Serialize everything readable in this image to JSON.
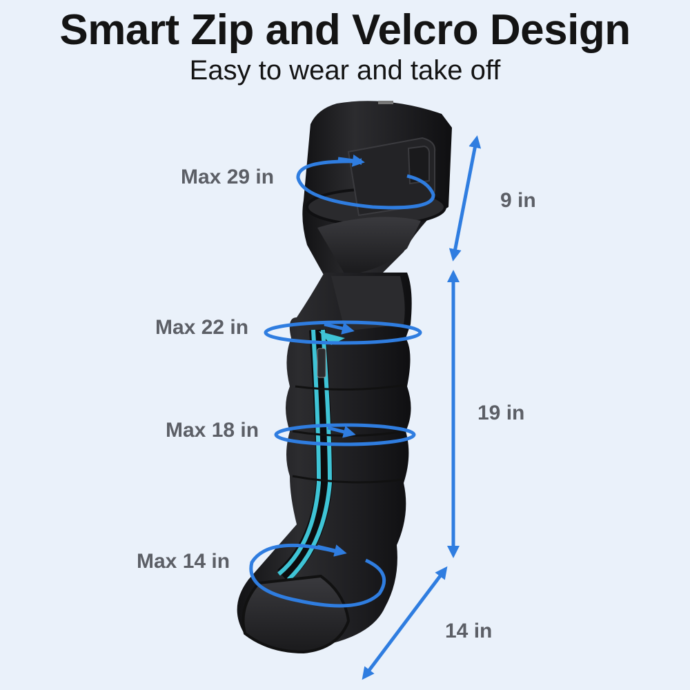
{
  "header": {
    "title": "Smart Zip and Velcro Design",
    "subtitle": "Easy to wear and take off"
  },
  "circumferences": [
    {
      "label": "Max 29 in"
    },
    {
      "label": "Max 22 in"
    },
    {
      "label": "Max 18 in"
    },
    {
      "label": "Max 14 in"
    }
  ],
  "lengths": [
    {
      "label": "9 in"
    },
    {
      "label": "19 in"
    },
    {
      "label": "14 in"
    }
  ],
  "colors": {
    "background": "#eaf1fa",
    "arrow": "#2f7de0",
    "sleeve": "#1f1f21",
    "zipper_accent": "#3fc4d6",
    "label_text": "#5c5f66"
  }
}
